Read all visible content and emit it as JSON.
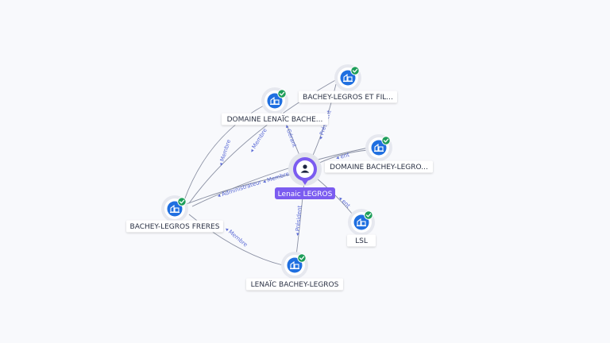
{
  "colors": {
    "background": "#f8f9fc",
    "edge": "#8a90a3",
    "edge_label": "#5b6bd6",
    "company_icon": "#1f6fe0",
    "check_badge": "#1e9e5a",
    "person_accent": "#7b5cf0"
  },
  "center": {
    "name": "Lenaic LEGROS",
    "icon": "person-icon"
  },
  "nodes": [
    {
      "id": "bachey-legros-et-fils",
      "label": "BACHEY-LEGROS ET FIL...",
      "icon": "company-icon",
      "verified": true
    },
    {
      "id": "domaine-lenaic-bachey",
      "label": "DOMAINE LENAÏC BACHE...",
      "icon": "company-icon",
      "verified": true
    },
    {
      "id": "domaine-bachey-legros",
      "label": "DOMAINE BACHEY-LEGRO...",
      "icon": "company-icon",
      "verified": true
    },
    {
      "id": "bachey-legros-freres",
      "label": "BACHEY-LEGROS FRERES",
      "icon": "company-icon",
      "verified": true
    },
    {
      "id": "lsl",
      "label": "LSL",
      "icon": "company-icon",
      "verified": true
    },
    {
      "id": "lenaic-bachey-legros",
      "label": "LENAÏC BACHEY-LEGROS",
      "icon": "company-icon",
      "verified": true
    }
  ],
  "edges": [
    {
      "from": "center",
      "to": "bachey-legros-et-fils",
      "label": "Président"
    },
    {
      "from": "center",
      "to": "domaine-lenaic-bachey",
      "label": "Gérant"
    },
    {
      "from": "center",
      "to": "domaine-bachey-legros",
      "label": "ent"
    },
    {
      "from": "center",
      "to": "bachey-legros-freres",
      "label": "Administrateur"
    },
    {
      "from": "center",
      "to": "lsl",
      "label": "ent"
    },
    {
      "from": "center",
      "to": "lenaic-bachey-legros",
      "label": "Président"
    },
    {
      "from": "bachey-legros-freres",
      "to": "domaine-lenaic-bachey",
      "label": "Membre"
    },
    {
      "from": "bachey-legros-freres",
      "to": "bachey-legros-et-fils",
      "label": "Membre"
    },
    {
      "from": "bachey-legros-freres",
      "to": "domaine-bachey-legros",
      "label": "Membre"
    },
    {
      "from": "bachey-legros-freres",
      "to": "lenaic-bachey-legros",
      "label": "Membre"
    }
  ]
}
